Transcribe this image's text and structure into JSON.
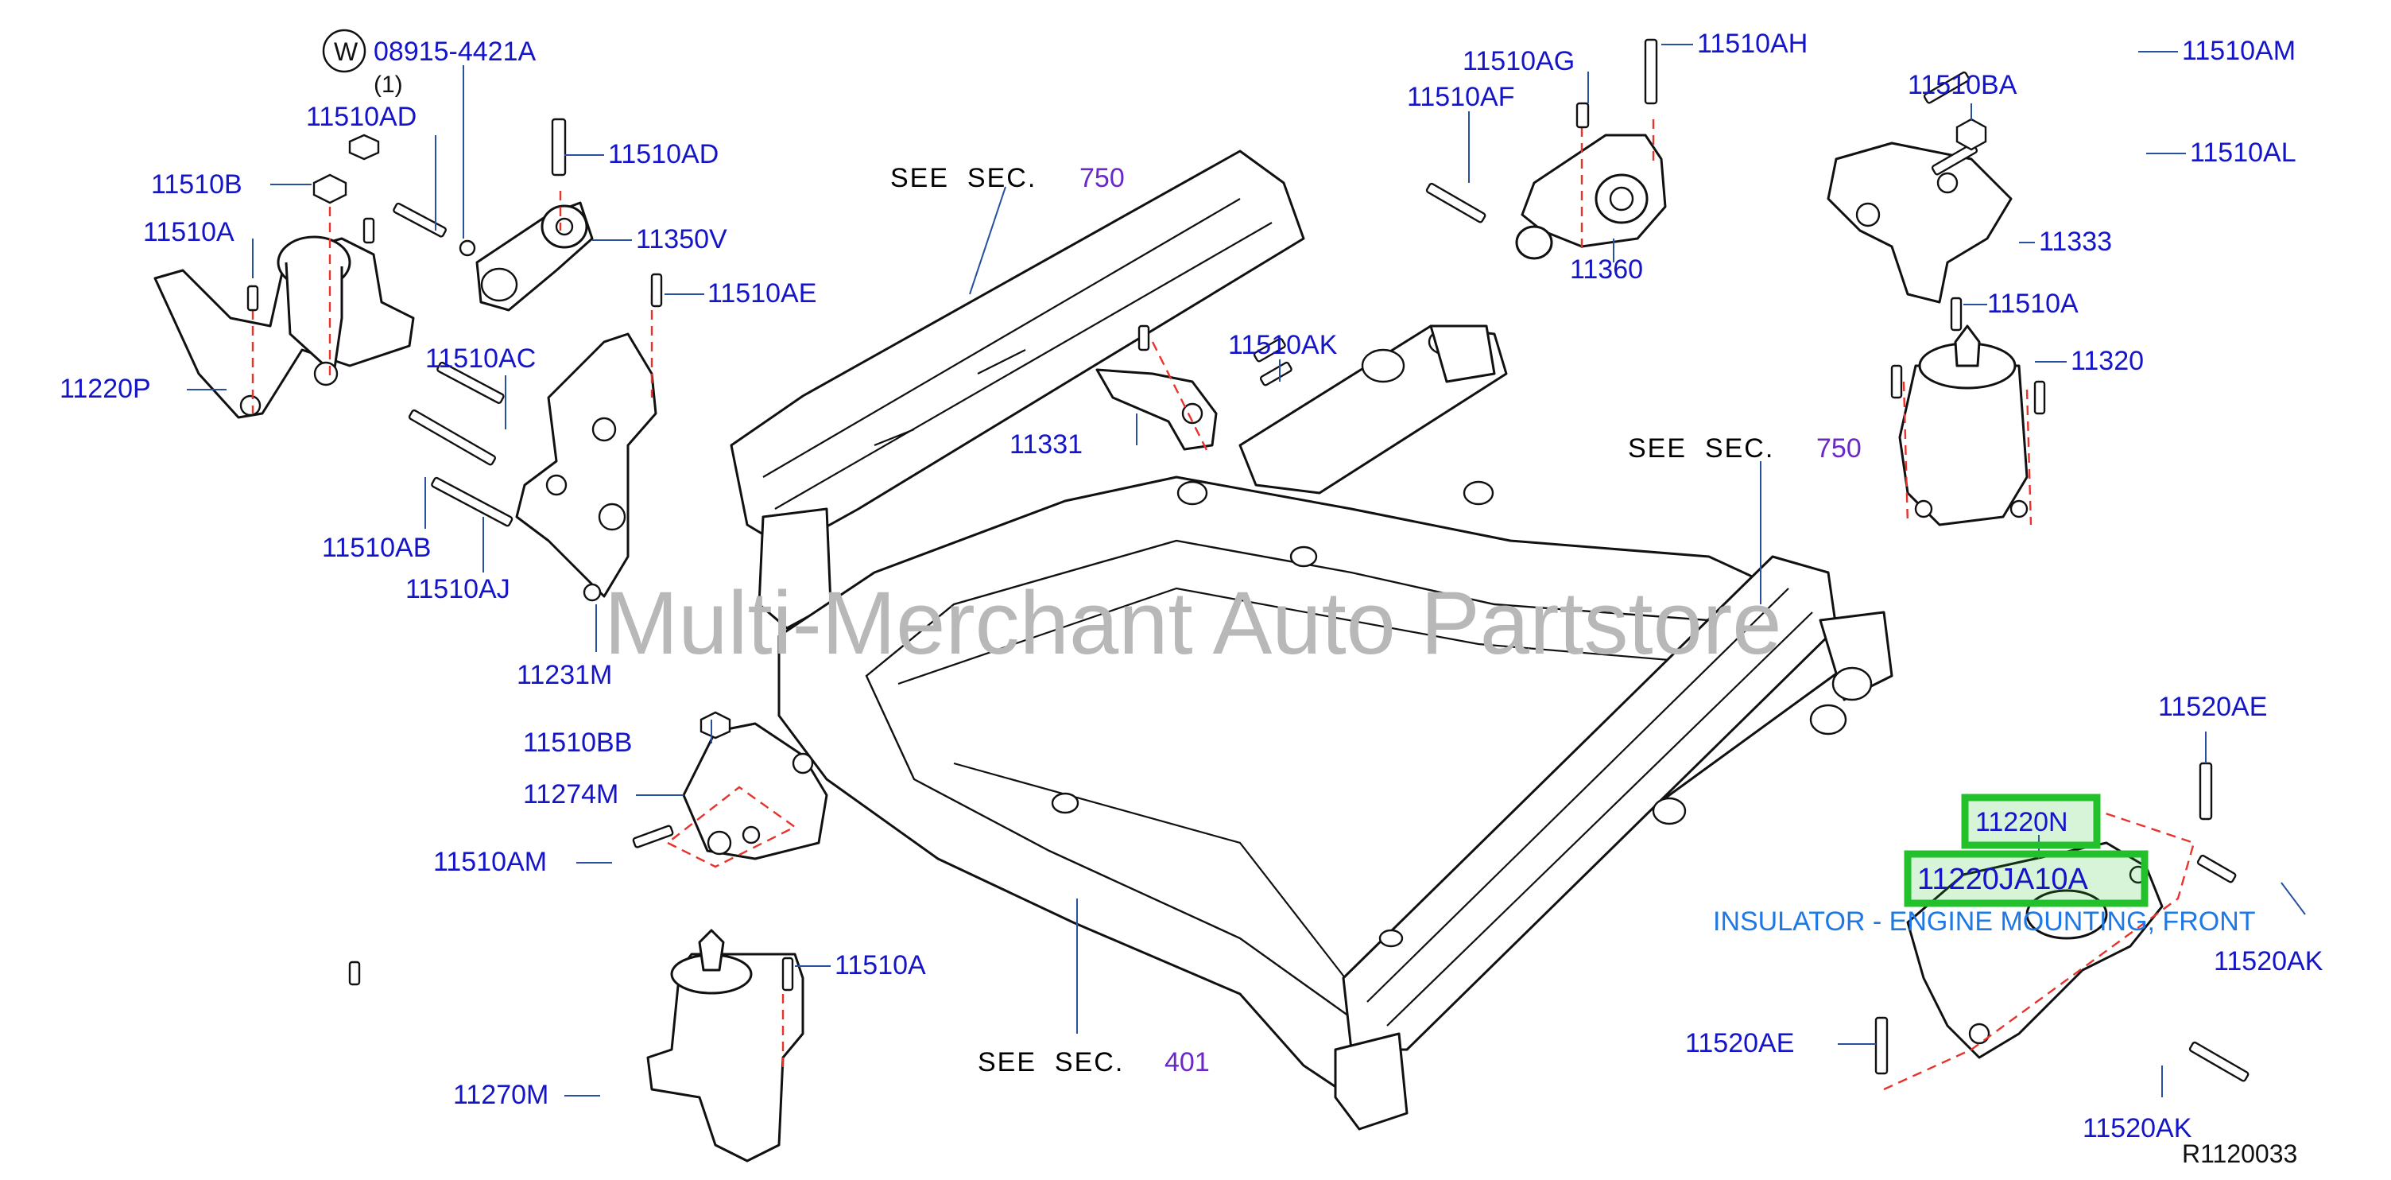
{
  "watermark": "Multi-Merchant Auto Partstore",
  "diagram_code": "R1120033",
  "washer_symbol": "W",
  "washer_note": {
    "part": "08915-4421A",
    "qty": "(1)"
  },
  "see_sections": [
    {
      "text": "SEE  SEC.",
      "num": "750"
    },
    {
      "text": "SEE  SEC.",
      "num": "750"
    },
    {
      "text": "SEE  SEC.",
      "num": "401"
    }
  ],
  "highlight": {
    "part_a": "11220N",
    "part_b": "11220JA10A",
    "description": "INSULATOR - ENGINE MOUNTING, FRONT"
  },
  "colors": {
    "label": "#1414c8",
    "section_num": "#6a28c8",
    "highlight": "#22c02a",
    "dashed_guide": "#e8322c",
    "description": "#1e78e6"
  },
  "labels": [
    "11510AD",
    "11510AD",
    "11510B",
    "11510A",
    "11350V",
    "11510AE",
    "11220P",
    "11510AC",
    "11510AB",
    "11510AJ",
    "11231M",
    "11510AG",
    "11510AH",
    "11510AF",
    "11360",
    "11510AK",
    "11331",
    "11510BA",
    "11510AM",
    "11510AL",
    "11333",
    "11510A",
    "11320",
    "11510BB",
    "11274M",
    "11510AM",
    "11510A",
    "11270M",
    "11520AE",
    "11520AK",
    "11520AE",
    "11520AK"
  ]
}
